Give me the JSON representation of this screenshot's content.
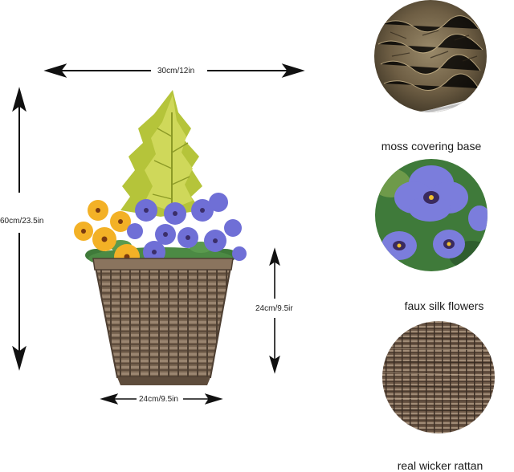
{
  "dimensions": {
    "width_label": "30cm/12in",
    "height_label": "60cm/23.5in",
    "basket_height_label": "24cm/9.5ir",
    "basket_width_label": "24cm/9.5in"
  },
  "features": [
    {
      "caption": "moss covering base",
      "icon": "moss-texture"
    },
    {
      "caption": "faux silk flowers",
      "icon": "pansy-closeup"
    },
    {
      "caption": "real wicker rattan",
      "icon": "wicker-texture"
    }
  ],
  "colors": {
    "pansy_purple": "#6f6fd6",
    "pansy_yellow": "#f3b126",
    "conifer_green": "#b8c73a",
    "wicker_brown": "#7a6652"
  }
}
